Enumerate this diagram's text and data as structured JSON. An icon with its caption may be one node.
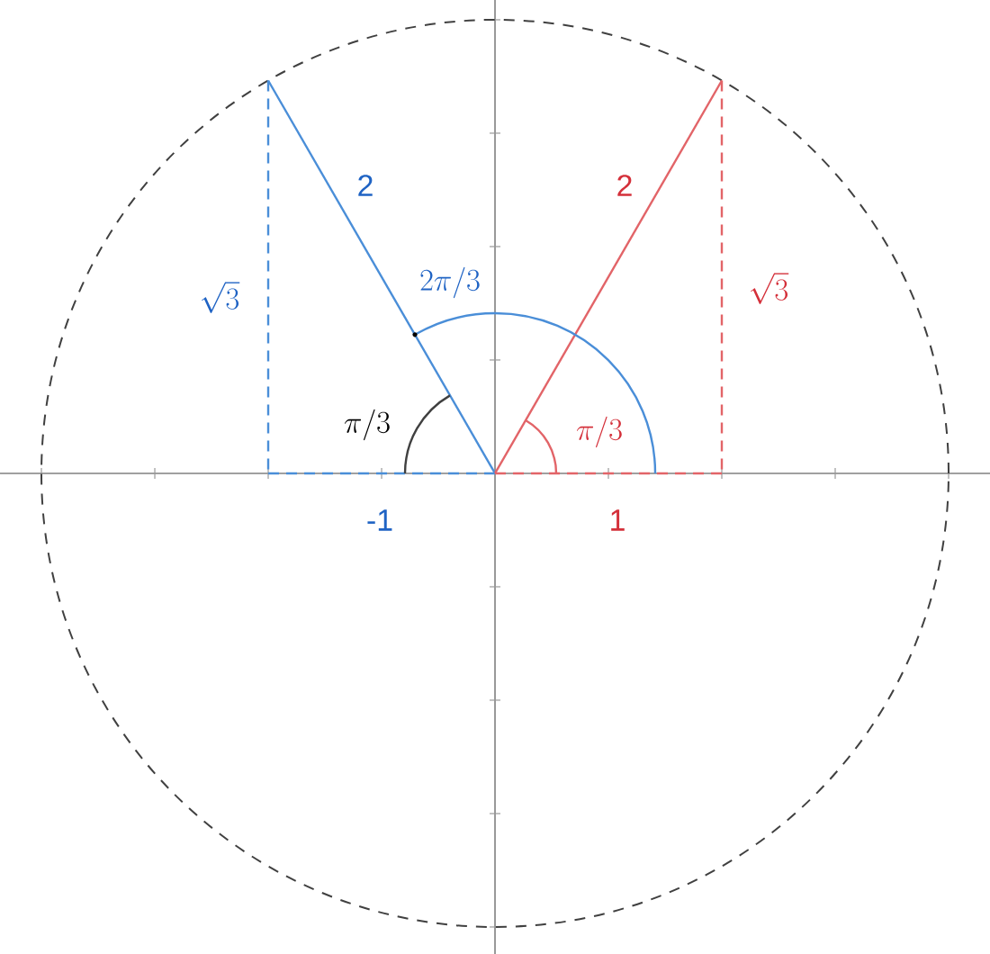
{
  "diagram": {
    "labels": [
      "2",
      "\\sqrt{3}",
      "2\\pi/3",
      "\\pi/3",
      "-1",
      "2",
      "\\sqrt{3}",
      "\\pi/3",
      "1"
    ]
  }
}
